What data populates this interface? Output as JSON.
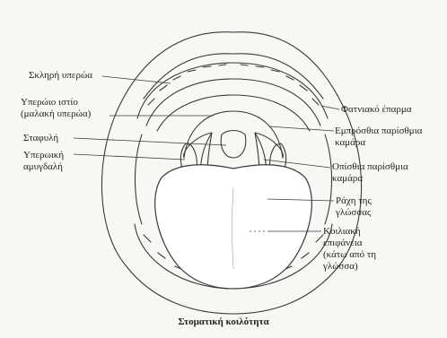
{
  "labels": {
    "hard_palate": "Σκληρή υπερώα",
    "soft_palate_line1": "Υπερώιο ιστίο",
    "soft_palate_line2": "(μαλακή υπερώα)",
    "uvula": "Σταφυλή",
    "tonsil_line1": "Υπερωική",
    "tonsil_line2": "αμυγδαλή",
    "alveolar_ridge": "Φατνιακό έπαρμα",
    "anterior_arch_line1": "Εμπρόσθια παρίσθμια",
    "anterior_arch_line2": "καμάρα",
    "posterior_arch_line1": "Οπίσθια παρίσθμια",
    "posterior_arch_line2": "καμάρα",
    "tongue_back_line1": "Ράχη της",
    "tongue_back_line2": "γλώσσας",
    "ventral_line1": "Κοιλιακή",
    "ventral_line2": "επιφάνεια",
    "ventral_line3": "(κάτω από τη",
    "ventral_line4": "γλώσσα)"
  },
  "caption": "Στοματική κοιλότητα"
}
